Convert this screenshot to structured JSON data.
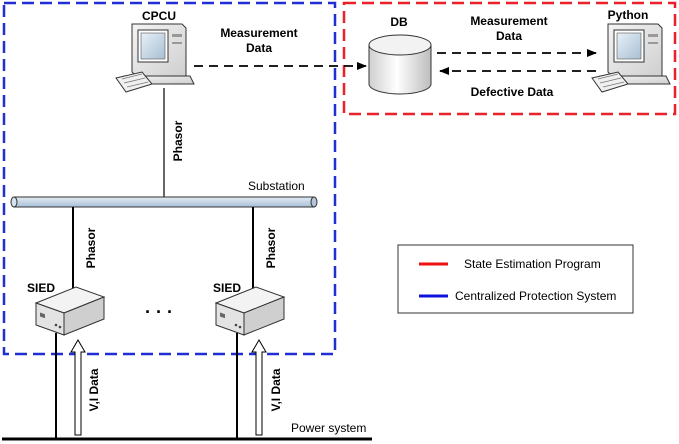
{
  "nodes": {
    "cpcu": "CPCU",
    "db": "DB",
    "python": "Python",
    "sied_left": "SIED",
    "sied_right": "SIED"
  },
  "edges": {
    "measurement_data_cpcu_line1": "Measurement",
    "measurement_data_cpcu_line2": "Data",
    "measurement_data_db_line1": "Measurement",
    "measurement_data_db_line2": "Data",
    "defective_data": "Defective Data",
    "phasor_top": "Phasor",
    "phasor_left": "Phasor",
    "phasor_right": "Phasor",
    "vi_data_left": "V,I Data",
    "vi_data_right": "V,I Data"
  },
  "buses": {
    "substation": "Substation",
    "power_system": "Power system"
  },
  "ellipsis": "·  ·  ·",
  "legend": {
    "items": [
      {
        "label": "State Estimation Program",
        "color": "#ee1111"
      },
      {
        "label": "Centralized Protection System",
        "color": "#1111dd"
      }
    ]
  },
  "colors": {
    "red_box": "#e8212a",
    "blue_box": "#1f2fd1",
    "bus_fill": "#c8d8e8"
  },
  "icons": {
    "computer": "desktop-computer-icon",
    "database": "database-cylinder-icon",
    "sied_device": "network-device-icon"
  }
}
